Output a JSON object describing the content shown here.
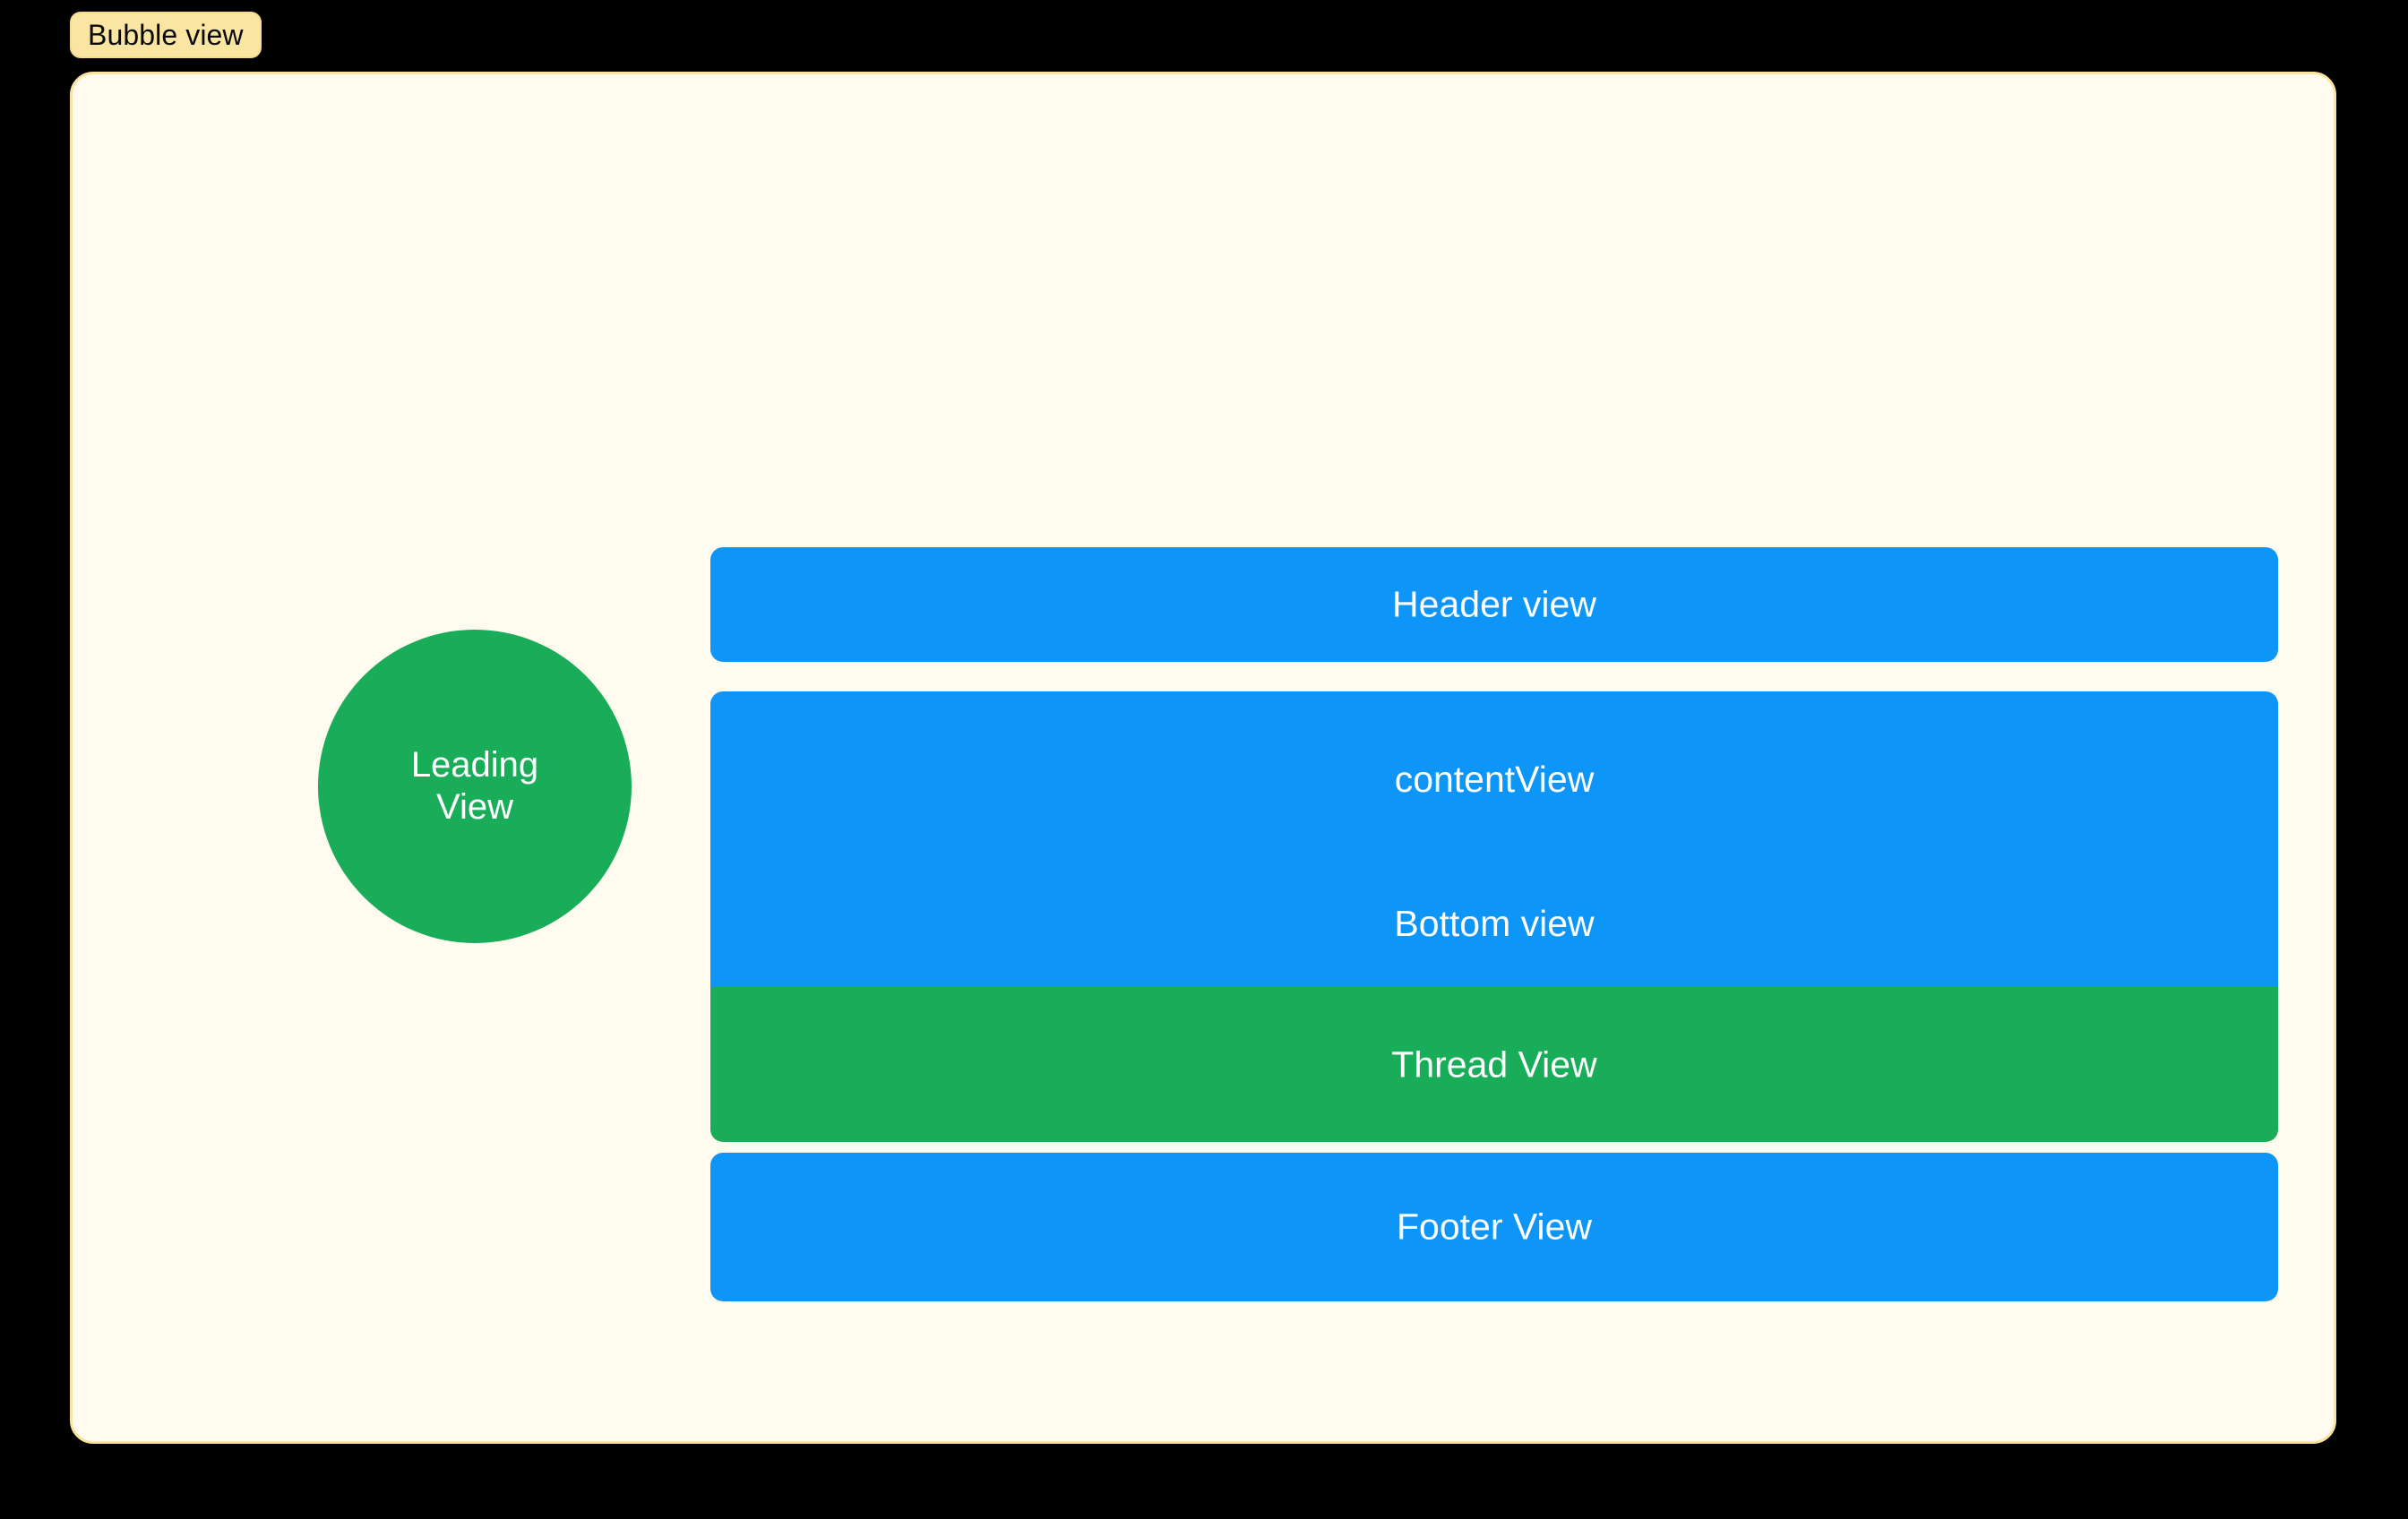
{
  "badge": {
    "label": "Bubble view"
  },
  "colors": {
    "page_background": "#000000",
    "bubble_background": "#FFFCEF",
    "bubble_border": "#FBE3A0",
    "badge_background": "#FBE5A2",
    "badge_border": "#F7DC8C",
    "badge_text": "#0A0A0A",
    "blue": "#0D96F8",
    "green": "#1AAD59",
    "bar_text": "#FFFFFF"
  },
  "leading_view": {
    "line1": "Leading",
    "line2": "View"
  },
  "stack": {
    "header": {
      "label": "Header view"
    },
    "content": {
      "label": "contentView",
      "bottom_label": "Bottom view"
    },
    "thread": {
      "label": "Thread View"
    },
    "footer": {
      "label": "Footer View"
    }
  }
}
